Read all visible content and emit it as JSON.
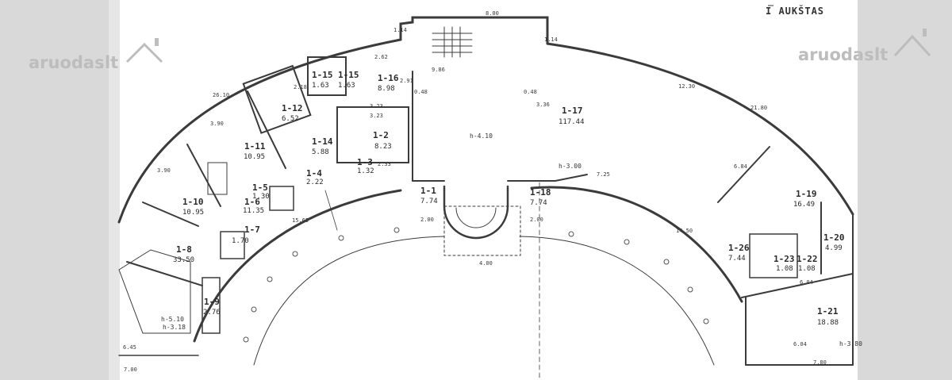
{
  "title": "I AUKŠTAS",
  "watermark": {
    "text": "aruodas",
    "suffix": ".lt",
    "color": "#bdbdbd"
  },
  "colors": {
    "line": "#3b3b3b",
    "panel": "#d9d9d9",
    "paper": "#ffffff"
  },
  "rooms": [
    {
      "id": "1-1",
      "area": "7.74"
    },
    {
      "id": "1-2",
      "area": "8.23"
    },
    {
      "id": "1-3",
      "area": "1.32"
    },
    {
      "id": "1-4",
      "area": "2.22"
    },
    {
      "id": "1-5",
      "area": "1.30"
    },
    {
      "id": "1-6",
      "area": "11.35"
    },
    {
      "id": "1-7",
      "area": "1.70"
    },
    {
      "id": "1-8",
      "area": "33.50"
    },
    {
      "id": "1-9",
      "area": "2.76"
    },
    {
      "id": "1-10",
      "area": "10.95"
    },
    {
      "id": "1-11",
      "area": "10.95"
    },
    {
      "id": "1-12",
      "area": "6.52"
    },
    {
      "id": "1-14",
      "area": "5.88"
    },
    {
      "id": "1-15",
      "area": "1.63"
    },
    {
      "id": "1-15",
      "area": "1.63"
    },
    {
      "id": "1-16",
      "area": "8.98"
    },
    {
      "id": "1-17",
      "area": "117.44"
    },
    {
      "id": "1-18",
      "area": "7.74"
    },
    {
      "id": "1-19",
      "area": "16.49"
    },
    {
      "id": "1-20",
      "area": "4.99"
    },
    {
      "id": "1-21",
      "area": "18.88"
    },
    {
      "id": "1-26",
      "area": "7.44"
    },
    {
      "id": "1-23",
      "area": "1.08"
    },
    {
      "id": "1-22",
      "area": "1.08"
    }
  ],
  "heights": [
    "h-4.10",
    "h-3.00",
    "h-3.80",
    "h-5.10",
    "h-3.18"
  ],
  "dims": [
    "8.00",
    "26.10",
    "3.90",
    "3.90",
    "2.62",
    "2.18",
    "3.23",
    "3.23",
    "2.33",
    "12.30",
    "21.80",
    "6.84",
    "7.25",
    "14.50",
    "15.65",
    "2.00",
    "2.00",
    "4.00",
    "6.45",
    "7.80",
    "6.04",
    "6.04",
    "9.86",
    "7.00",
    "3.36",
    "2.91",
    "0.48",
    "0.48",
    "1.14",
    "1.14"
  ]
}
